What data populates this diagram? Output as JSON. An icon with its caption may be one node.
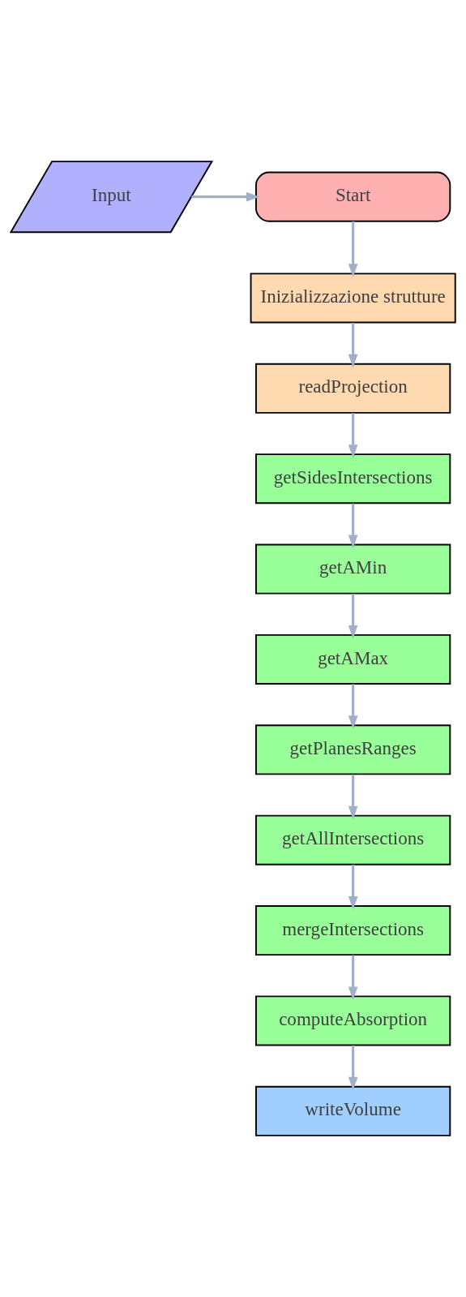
{
  "diagram": {
    "nodes": [
      {
        "text": [
          "Input"
        ]
      },
      {
        "text": [
          "Start"
        ]
      },
      {
        "text": [
          "Inizializzazione strutture"
        ]
      },
      {
        "text": [
          "readProjection"
        ]
      },
      {
        "text": [
          "getSidesIntersections"
        ]
      },
      {
        "text": [
          "getAMin"
        ]
      },
      {
        "text": [
          "getAMax"
        ]
      },
      {
        "text": [
          "getPlanesRanges"
        ]
      },
      {
        "text": [
          "getAllIntersections"
        ]
      },
      {
        "text": [
          "mergeIntersections"
        ]
      },
      {
        "text": [
          "computeAbsorption"
        ]
      },
      {
        "text": [
          "writeVolume"
        ]
      }
    ],
    "edges": [
      {
        "from": 0,
        "to": 1,
        "arrow": "to"
      },
      {
        "from": 1,
        "to": 2,
        "arrow": "to"
      },
      {
        "from": 2,
        "to": 3,
        "arrow": "to"
      },
      {
        "from": 3,
        "to": 4,
        "arrow": "to"
      },
      {
        "from": 4,
        "to": 5,
        "arrow": "to"
      },
      {
        "from": 5,
        "to": 6,
        "arrow": "to"
      },
      {
        "from": 6,
        "to": 7,
        "arrow": "to"
      },
      {
        "from": 7,
        "to": 8,
        "arrow": "to"
      },
      {
        "from": 8,
        "to": 9,
        "arrow": "to"
      },
      {
        "from": 9,
        "to": 10,
        "arrow": "to"
      },
      {
        "from": 10,
        "to": 11,
        "arrow": "to"
      }
    ]
  }
}
